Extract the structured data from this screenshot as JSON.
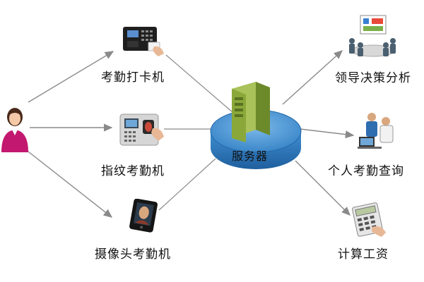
{
  "nodes": {
    "person": {
      "icon": "person-icon"
    },
    "server": {
      "label": "服务器",
      "icon": "server-icon"
    },
    "card_machine": {
      "label": "考勤打卡机",
      "icon": "card-reader-icon"
    },
    "fingerprint_machine": {
      "label": "指纹考勤机",
      "icon": "fingerprint-reader-icon"
    },
    "camera_machine": {
      "label": "摄像头考勤机",
      "icon": "face-camera-icon"
    },
    "decision_analysis": {
      "label": "领导决策分析",
      "icon": "meeting-icon"
    },
    "personal_query": {
      "label": "个人考勤查询",
      "icon": "computer-users-icon"
    },
    "payroll": {
      "label": "计算工资",
      "icon": "calculator-icon"
    }
  },
  "colors": {
    "arrow": "#8a8a8a",
    "disc_fill": "#2e7fc4",
    "disc_rim": "#2468a8",
    "person": "#c2186f",
    "server_box": "#8aa83a"
  }
}
